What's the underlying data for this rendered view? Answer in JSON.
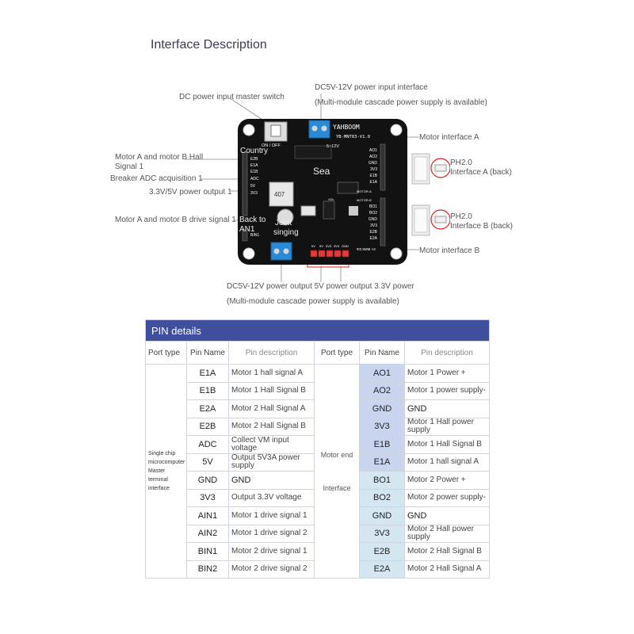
{
  "title": "Interface Description",
  "annotations": {
    "dc_input_l1": "DC5V-12V power input interface",
    "dc_input_l2": "(Multi-module cascade power supply is available)",
    "master_switch": "DC power input master switch",
    "motor_ab_hall": "Motor A and motor B Hall",
    "signal1": "Signal 1",
    "breaker_adc": "Breaker ADC acquisition 1",
    "power_out": "3.3V/5V power output 1",
    "drive_signal": "Motor A and motor B drive signal 1",
    "country": "Country",
    "back_to": "Back to",
    "an1": "AN1",
    "joint": "Joint",
    "singing": "singing",
    "sea": "Sea",
    "motor_a": "Motor interface A",
    "motor_b": "Motor interface B",
    "ph_a_1": "PH2.0",
    "ph_a_2": "Interface A (back)",
    "ph_b_1": "PH2.0",
    "ph_b_2": "Interface B (back)",
    "bottom_l1": "DC5V-12V power output 5V power output 3.3V power",
    "bottom_l2": "(Multi-module cascade power supply is available)"
  },
  "board": {
    "brand": "YAHBOOM",
    "model": "YB-MNT03-V1.0",
    "switch_label": "ON / OFF",
    "volt_label": "5~12V",
    "motor_a_label": "MOTOR-A",
    "motor_b_label": "MOTOR-B",
    "pitch_label": "Φ2.5MM ×4",
    "left_pins": [
      "E2B",
      "E1A",
      "E1B",
      "ADC",
      "5V",
      "3V3"
    ],
    "left_pins_bottom": [
      "BIN1"
    ],
    "right_pins_a": [
      "AO1",
      "AO2",
      "GND",
      "3V3",
      "E1B",
      "E1A"
    ],
    "right_pins_b": [
      "BO1",
      "BO2",
      "GND",
      "3V3",
      "E2B",
      "E2A"
    ],
    "bottom_pins": [
      "5V",
      "5V",
      "3V3",
      "3V3",
      "GND"
    ],
    "chip_text": "407",
    "ic_text": "XDL"
  },
  "table": {
    "title": "PIN details",
    "headers": {
      "port_type": "Port type",
      "pin_name": "Pin Name",
      "pin_desc": "Pin description"
    },
    "left_port": {
      "l1": "Single chip",
      "l2": "microcomputer",
      "l3": "Master terminal",
      "l4": "interface"
    },
    "right_port": {
      "l1": "Motor end",
      "l2": "Interface"
    },
    "rows": [
      {
        "lp": "E1A",
        "ld": "Motor 1 hall signal A",
        "rp": "AO1",
        "rd": "Motor 1 Power +"
      },
      {
        "lp": "E1B",
        "ld": "Motor 1 Hall Signal B",
        "rp": "AO2",
        "rd": "Motor 1 power supply-"
      },
      {
        "lp": "E2A",
        "ld": "Motor 2 Hall Signal A",
        "rp": "GND",
        "rd": "GND"
      },
      {
        "lp": "E2B",
        "ld": "Motor 2 Hall Signal B",
        "rp": "3V3",
        "rd": "Motor 1 Hall power supply"
      },
      {
        "lp": "ADC",
        "ld": "Collect VM input voltage",
        "rp": "E1B",
        "rd": "Motor 1 Hall Signal B"
      },
      {
        "lp": "5V",
        "ld": "Output 5V3A power supply",
        "rp": "E1A",
        "rd": "Motor 1 hall signal A"
      },
      {
        "lp": "GND",
        "ld": "GND",
        "rp": "BO1",
        "rd": "Motor 2 Power +"
      },
      {
        "lp": "3V3",
        "ld": "Output 3.3V voltage",
        "rp": "BO2",
        "rd": "Motor 2 power supply-"
      },
      {
        "lp": "AIN1",
        "ld": "Motor 1 drive signal 1",
        "rp": "GND",
        "rd": "GND"
      },
      {
        "lp": "AIN2",
        "ld": "Motor 1 drive signal 2",
        "rp": "3V3",
        "rd": "Motor 2 Hall power supply"
      },
      {
        "lp": "BIN1",
        "ld": "Motor 2 drive signal 1",
        "rp": "E2B",
        "rd": "Motor 2 Hall Signal B"
      },
      {
        "lp": "BIN2",
        "ld": "Motor 2 drive signal 2",
        "rp": "E2A",
        "rd": "Motor 2 Hall Signal A"
      }
    ]
  }
}
